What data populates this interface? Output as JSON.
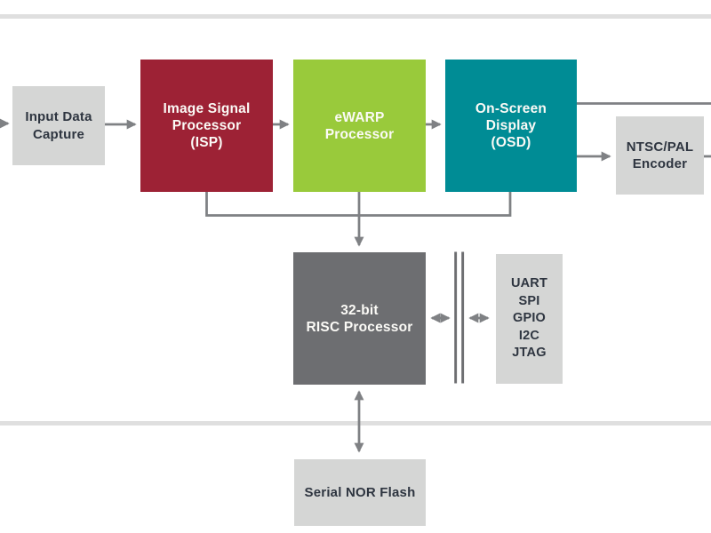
{
  "diagram": {
    "blocks": {
      "input_capture": {
        "lines": [
          "Input Data",
          "Capture"
        ]
      },
      "isp": {
        "lines": [
          "Image Signal",
          "Processor",
          "(ISP)"
        ]
      },
      "ewarp": {
        "lines": [
          "eWARP",
          "Processor"
        ]
      },
      "osd": {
        "lines": [
          "On-Screen",
          "Display",
          "(OSD)"
        ]
      },
      "ntsc_pal": {
        "lines": [
          "NTSC/PAL",
          "Encoder"
        ]
      },
      "risc": {
        "lines": [
          "32-bit",
          "RISC Processor"
        ]
      },
      "peripherals": {
        "lines": [
          "UART",
          "SPI",
          "GPIO",
          "I2C",
          "JTAG"
        ]
      },
      "nor_flash": {
        "lines": [
          "Serial NOR Flash"
        ]
      }
    },
    "colors": {
      "isp": "#9D2235",
      "ewarp": "#99CA3B",
      "osd": "#008C95",
      "risc": "#6D6E71",
      "light_box": "#D5D6D5",
      "connector": "#7F8184",
      "rule": "#DFDFDF",
      "dark_text": "#2E3540",
      "light_text": "#FBFAF6"
    }
  }
}
